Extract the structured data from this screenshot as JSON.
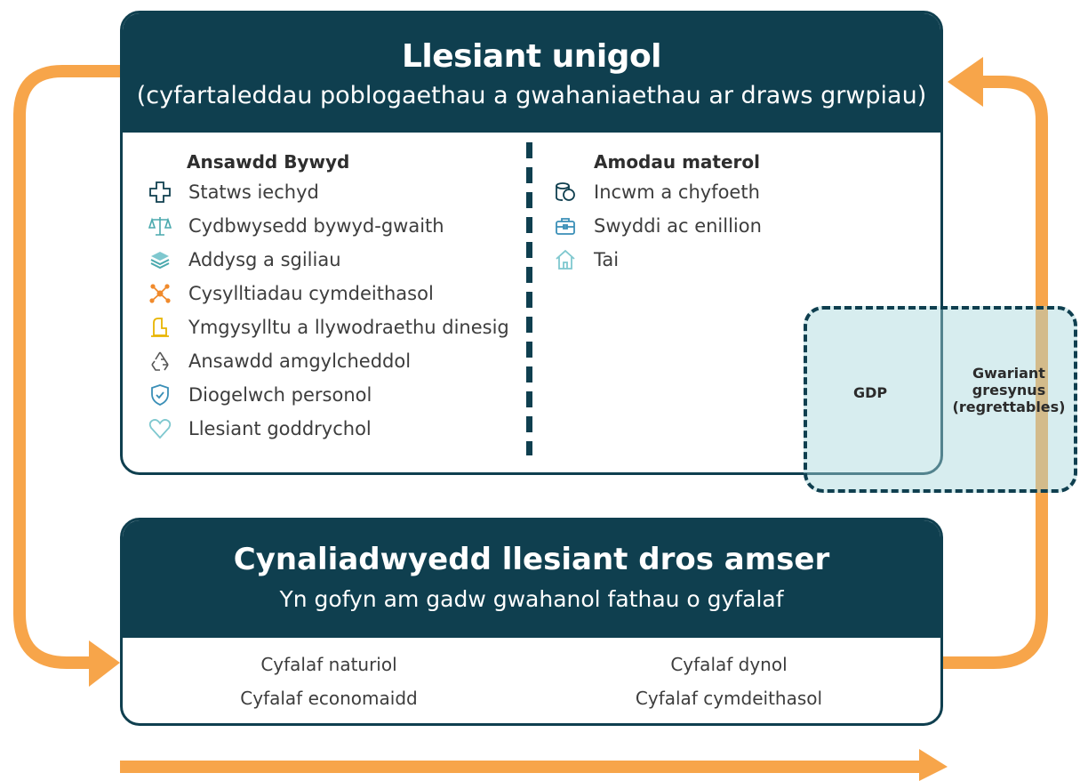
{
  "top": {
    "title": "Llesiant unigol",
    "subtitle": "(cyfartaleddau poblogaethau a gwahaniaethau ar draws grwpiau)",
    "left_heading": "Ansawdd Bywyd",
    "left_items": [
      {
        "label": "Statws iechyd",
        "icon": "health-cross-icon"
      },
      {
        "label": "Cydbwysedd bywyd-gwaith",
        "icon": "balance-scale-icon"
      },
      {
        "label": "Addysg a sgiliau",
        "icon": "books-icon"
      },
      {
        "label": "Cysylltiadau cymdeithasol",
        "icon": "network-icon"
      },
      {
        "label": "Ymgysylltu a llywodraethu dinesig",
        "icon": "civic-building-icon"
      },
      {
        "label": "Ansawdd amgylcheddol",
        "icon": "recycle-icon"
      },
      {
        "label": "Diogelwch personol",
        "icon": "shield-icon"
      },
      {
        "label": "Llesiant goddrychol",
        "icon": "heart-icon"
      }
    ],
    "right_heading": "Amodau materol",
    "right_items": [
      {
        "label": "Incwm a chyfoeth",
        "icon": "coins-icon"
      },
      {
        "label": "Swyddi ac enillion",
        "icon": "briefcase-icon"
      },
      {
        "label": "Tai",
        "icon": "house-icon"
      }
    ]
  },
  "overlap": {
    "gdp": "GDP",
    "regrettables": "Gwariant gresynus (regrettables)"
  },
  "bottom": {
    "title": "Cynaliadwyedd llesiant dros amser",
    "subtitle": "Yn gofyn am gadw gwahanol fathau o gyfalaf",
    "capitals": [
      "Cyfalaf naturiol",
      "Cyfalaf economaidd",
      "Cyfalaf dynol",
      "Cyfalaf cymdeithasol"
    ]
  },
  "colors": {
    "navy": "#0f3f4f",
    "arrow": "#f7a54a",
    "overlap_fill": "#a6d8dc"
  }
}
